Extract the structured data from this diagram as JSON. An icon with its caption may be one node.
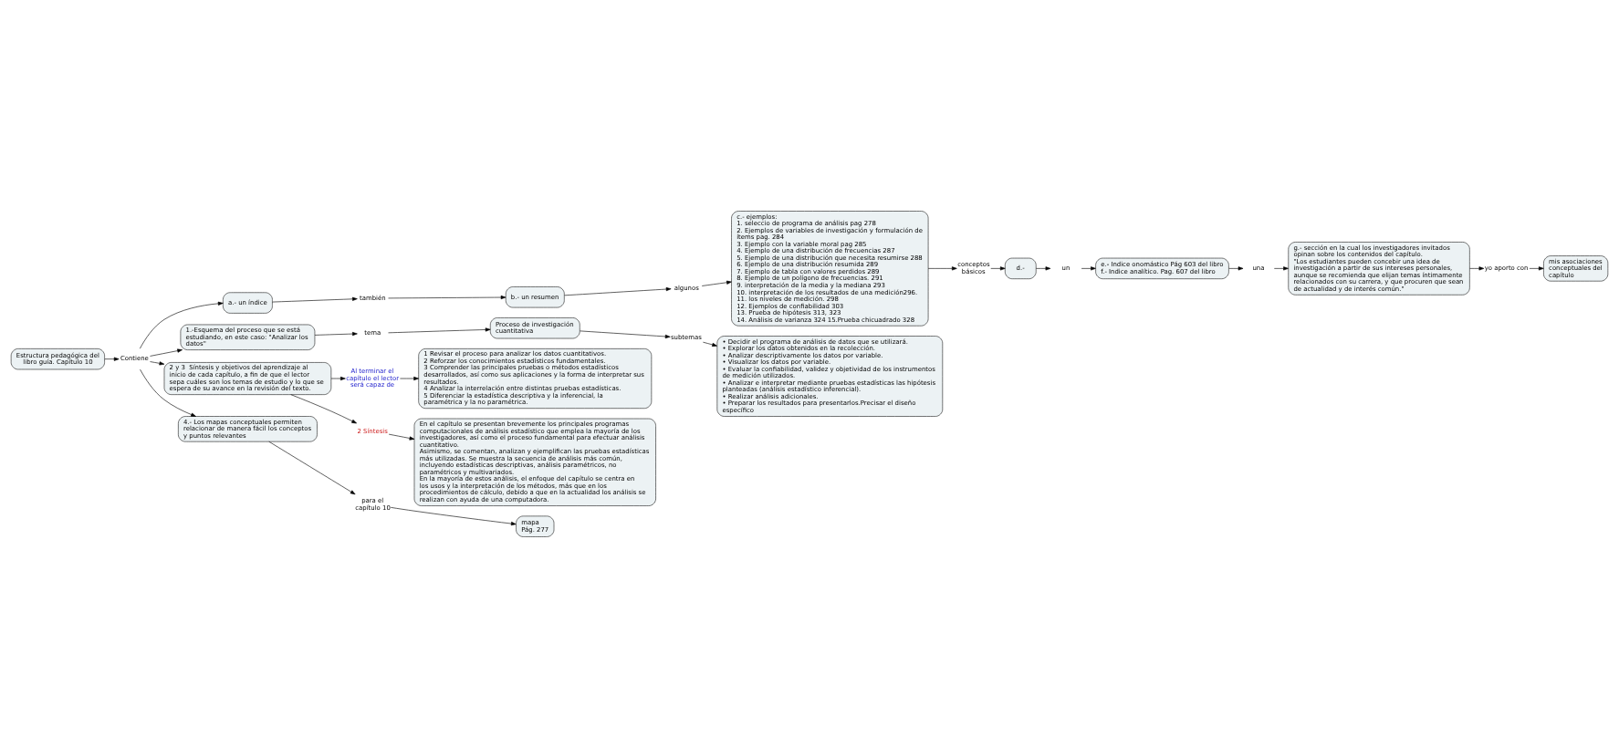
{
  "diagram": {
    "nodes": [
      {
        "text": [
          "Estructura pedagógica del libro guía. Capítulo 10"
        ]
      },
      {
        "text": [
          "Contiene"
        ]
      },
      {
        "text": [
          "a.- un índice"
        ]
      },
      {
        "text": [
          "también"
        ]
      },
      {
        "text": [
          "b.- un resumen"
        ]
      },
      {
        "text": [
          "algunos"
        ]
      },
      {
        "text": [
          "c.- ejemplos:",
          "1. seleccio de programa de análisis pag 278",
          "2. Ejemplos de variables de investigación y formulación de ítems pag. 284",
          "3. Ejemplo con la variable moral pag 285",
          "4. Ejemplo de una distribución de frecuencias 287",
          "5. Ejemplo de una distribución que necesita resumirse 288",
          "6. Ejemplo de una distribución resumida 289",
          "7. Ejemplo de tabla con valores perdidos 289",
          "8. Ejemplo de un polígono de frecuencias. 291",
          "9. interpretación de la media y la mediana 293",
          "10. interpretación de los resultados de una medición296.",
          "11. los niveles de medición. 298",
          "12. Ejemplos de confiabilidad 303",
          "13. Prueba de hipótesis 313, 323",
          "14. Análisis de varianza 324 15.Prueba chicuadrado 328"
        ]
      },
      {
        "text": [
          "conceptos básicos"
        ]
      },
      {
        "text": [
          "d.-"
        ]
      },
      {
        "text": [
          "un"
        ]
      },
      {
        "text": [
          "e.- Indice onomástico Pág 603 del libro",
          "f.- Indice analítico. Pag. 607 del libro"
        ]
      },
      {
        "text": [
          "una"
        ]
      },
      {
        "text": [
          "g.- sección en la cual los investigadores invitados opinan sobre los contenidos del capítulo.",
          "\"Los estudiantes pueden concebir una idea de investigación a partir de sus intereses personales, aunque se recomienda que elijan temas íntimamente relacionados con su carrera, y que procuren que sean de actualidad y de interés común.\""
        ]
      },
      {
        "text": [
          "yo aporto con"
        ]
      },
      {
        "text": [
          "mis asociaciones conceptuales del capítulo"
        ]
      },
      {
        "text": [
          "1.-Esquema del proceso que se está estudiando, en este caso: \"Analizar los datos\""
        ]
      },
      {
        "text": [
          "tema"
        ]
      },
      {
        "text": [
          "Proceso de investigación cuantitativa"
        ]
      },
      {
        "text": [
          "subtemas"
        ]
      },
      {
        "text": [
          "• Decidir el programa de análisis de datos que se utilizará.",
          "• Explorar los datos obtenidos en la recolección.",
          "• Analizar descriptivamente los datos por variable.",
          "• Visualizar los datos por variable.",
          "• Evaluar la confiabilidad, validez y objetividad de los instrumentos de medición utilizados.",
          "• Analizar e interpretar mediante pruebas estadísticas las hipótesis planteadas (análisis estadístico inferencial).",
          "• Realizar análisis adicionales.",
          "• Preparar los resultados para presentarlos.Precisar el diseño específico"
        ]
      },
      {
        "text": [
          "2 y 3  Síntesis y objetivos del aprendizaje al inicio de cada capítulo, a fin de que el lector sepa cuáles son los temas de estudio y lo que se espera de su avance en la revisión del texto."
        ]
      },
      {
        "text": [
          "Al terminar el capítulo el lector será capaz de"
        ]
      },
      {
        "text": [
          "1 Revisar el proceso para analizar los datos cuantitativos.",
          "2 Reforzar los conocimientos estadísticos fundamentales.",
          "3 Comprender las principales pruebas o métodos estadísticos desarrollados, así como sus aplicaciones y la forma de interpretar sus resultados.",
          "4 Analizar la interrelación entre distintas pruebas estadísticas.",
          "5 Diferenciar la estadística descriptiva y la inferencial, la paramétrica y la no paramétrica."
        ]
      },
      {
        "text": [
          "2 Síntesis"
        ]
      },
      {
        "text": [
          "En el capítulo se presentan brevemente los principales programas computacionales de análisis estadístico que emplea la mayoría de los investigadores, así como el proceso fundamental para efectuar análisis cuantitativo.",
          "Asimismo, se comentan, analizan y ejemplifican las pruebas estadísticas más utilizadas. Se muestra la secuencia de análisis más común, incluyendo estadísticas descriptivas, análisis paramétricos, no paramétricos y multivariados.",
          "En la mayoría de estos análisis, el enfoque del capítulo se centra en los usos y la interpretación de los métodos, más que en los procedimientos de cálculo, debido a que en la actualidad los análisis se realizan con ayuda de una computadora."
        ]
      },
      {
        "text": [
          "4.- Los mapas conceptuales permiten relacionar de manera fácil los conceptos y puntos relevantes"
        ]
      },
      {
        "text": [
          "para el capítulo 10"
        ]
      },
      {
        "text": [
          "mapa Pág. 277"
        ]
      }
    ],
    "edges": [
      {
        "from": 0,
        "to": 1,
        "arrow": "to"
      },
      {
        "from": 1,
        "to": 2,
        "arrow": "to"
      },
      {
        "from": 2,
        "to": 3,
        "arrow": "to"
      },
      {
        "from": 3,
        "to": 4,
        "arrow": "to"
      },
      {
        "from": 4,
        "to": 5,
        "arrow": "to"
      },
      {
        "from": 5,
        "to": 6,
        "arrow": "to"
      },
      {
        "from": 6,
        "to": 7,
        "arrow": "to"
      },
      {
        "from": 7,
        "to": 8,
        "arrow": "to"
      },
      {
        "from": 8,
        "to": 9,
        "arrow": "to"
      },
      {
        "from": 9,
        "to": 10,
        "arrow": "to"
      },
      {
        "from": 10,
        "to": 11,
        "arrow": "to"
      },
      {
        "from": 11,
        "to": 12,
        "arrow": "to"
      },
      {
        "from": 12,
        "to": 13,
        "arrow": "to"
      },
      {
        "from": 13,
        "to": 14,
        "arrow": "to"
      },
      {
        "from": 1,
        "to": 15,
        "arrow": "to"
      },
      {
        "from": 15,
        "to": 16,
        "arrow": "to"
      },
      {
        "from": 16,
        "to": 17,
        "arrow": "to"
      },
      {
        "from": 17,
        "to": 18,
        "arrow": "to"
      },
      {
        "from": 18,
        "to": 19,
        "arrow": "to"
      },
      {
        "from": 1,
        "to": 20,
        "arrow": "to"
      },
      {
        "from": 20,
        "to": 21,
        "arrow": "to"
      },
      {
        "from": 21,
        "to": 22,
        "arrow": "to"
      },
      {
        "from": 20,
        "to": 23,
        "arrow": "to"
      },
      {
        "from": 23,
        "to": 24,
        "arrow": "to"
      },
      {
        "from": 1,
        "to": 25,
        "arrow": "to"
      },
      {
        "from": 25,
        "to": 26,
        "arrow": "to"
      },
      {
        "from": 26,
        "to": 27,
        "arrow": "to"
      }
    ]
  }
}
